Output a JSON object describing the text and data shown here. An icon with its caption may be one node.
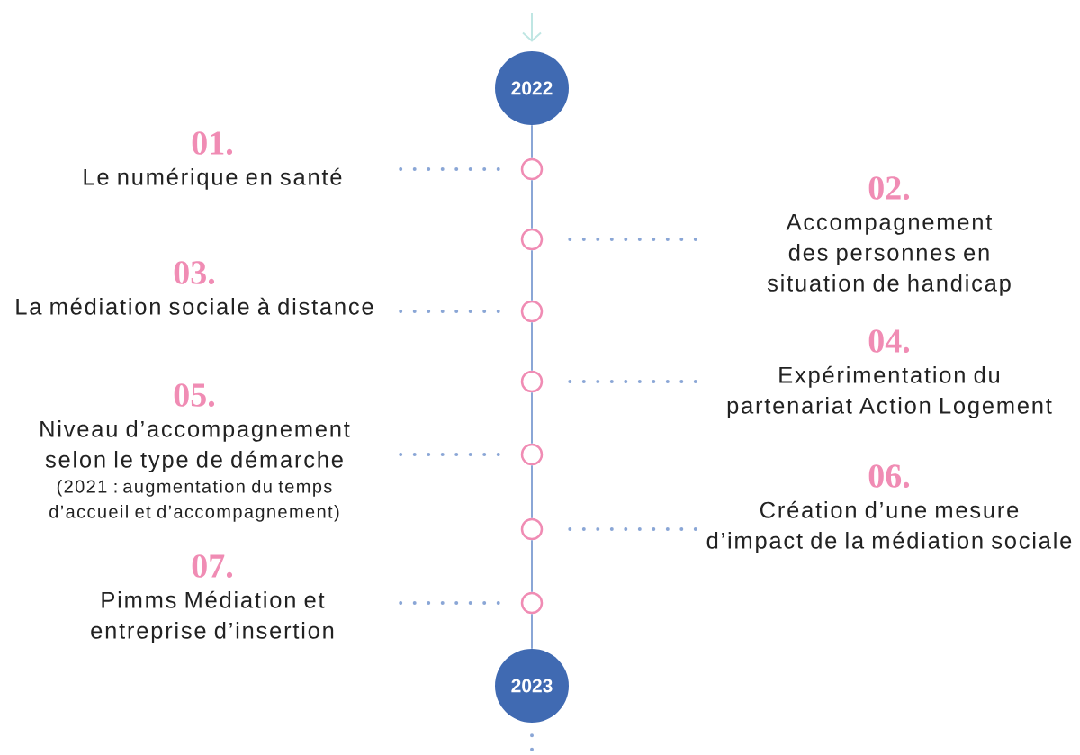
{
  "diagram": {
    "nodes": [
      {
        "text": [
          "2022"
        ]
      },
      {
        "text": [],
        "shape": "circle"
      },
      {
        "text": [],
        "shape": "circle"
      },
      {
        "text": [],
        "shape": "circle"
      },
      {
        "text": [],
        "shape": "circle"
      },
      {
        "text": [],
        "shape": "circle"
      },
      {
        "text": [],
        "shape": "circle"
      },
      {
        "text": [],
        "shape": "circle"
      },
      {
        "text": [
          "2023"
        ]
      },
      {
        "text": [
          "01.",
          "Le numérique en santé"
        ]
      },
      {
        "text": [
          "02.",
          "Accompagnement des personnes en situation de handicap"
        ]
      },
      {
        "text": [
          "03.",
          "La médiation sociale à distance"
        ]
      },
      {
        "text": [
          "04.",
          "Expérimentation du partenariat Action Logement"
        ]
      },
      {
        "text": [
          "05.",
          "Niveau d’accompagnement selon le type de démarche",
          "(2021 : augmentation du temps d’accueil et d’accompagnement)"
        ]
      },
      {
        "text": [
          "06.",
          "Création d’une mesure d’impact de la médiation sociale"
        ]
      },
      {
        "text": [
          "07.",
          "Pimms Médiation et entreprise d’insertion"
        ]
      }
    ],
    "edges": [
      {
        "from": null,
        "to": 0,
        "arrow": "to",
        "color": "#bfe6e3"
      },
      {
        "from": 0,
        "to": 1,
        "arrow": "none"
      },
      {
        "from": 1,
        "to": 2,
        "arrow": "none"
      },
      {
        "from": 2,
        "to": 3,
        "arrow": "none"
      },
      {
        "from": 3,
        "to": 4,
        "arrow": "none"
      },
      {
        "from": 4,
        "to": 5,
        "arrow": "none"
      },
      {
        "from": 5,
        "to": 6,
        "arrow": "none"
      },
      {
        "from": 6,
        "to": 7,
        "arrow": "none"
      },
      {
        "from": 7,
        "to": 8,
        "arrow": "none"
      },
      {
        "from": 8,
        "to": null,
        "arrow": "none",
        "style": "dashed"
      },
      {
        "from": 9,
        "to": 1,
        "arrow": "none",
        "style": "dashed"
      },
      {
        "from": 10,
        "to": 2,
        "arrow": "none",
        "style": "dashed"
      },
      {
        "from": 11,
        "to": 3,
        "arrow": "none",
        "style": "dashed"
      },
      {
        "from": 12,
        "to": 4,
        "arrow": "none",
        "style": "dashed"
      },
      {
        "from": 13,
        "to": 5,
        "arrow": "none",
        "style": "dashed"
      },
      {
        "from": 14,
        "to": 6,
        "arrow": "none",
        "style": "dashed"
      },
      {
        "from": 15,
        "to": 7,
        "arrow": "none",
        "style": "dashed"
      }
    ]
  }
}
